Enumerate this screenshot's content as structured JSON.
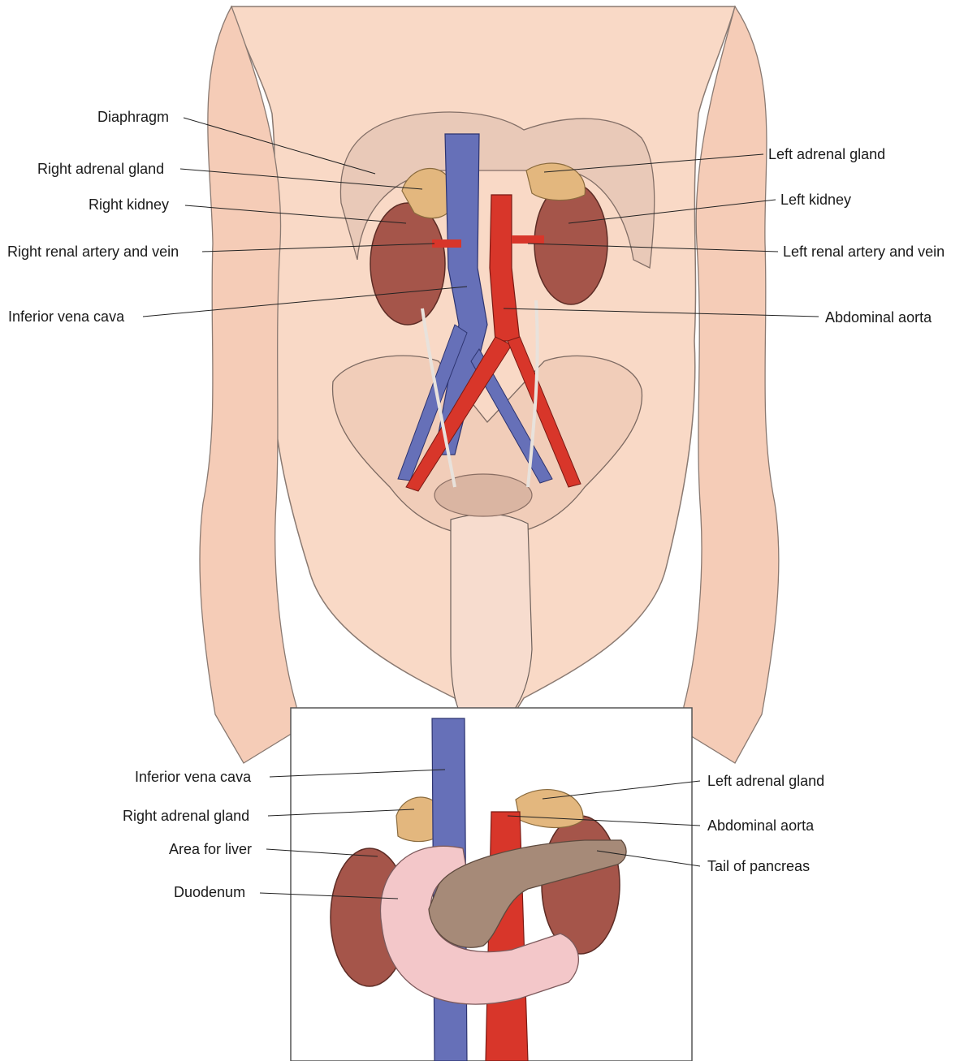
{
  "main_labels": {
    "diaphragm": "Diaphragm",
    "right_adrenal_gland": "Right adrenal gland",
    "right_kidney": "Right kidney",
    "right_renal_vessels": "Right renal artery and vein",
    "inferior_vena_cava": "Inferior vena  cava",
    "left_adrenal_gland": "Left adrenal gland",
    "left_kidney": "Left kidney",
    "left_renal_vessels": "Left renal artery and vein",
    "abdominal_aorta": "Abdominal aorta"
  },
  "inset_labels": {
    "inferior_vena_cava": "Inferior vena  cava",
    "right_adrenal_gland": "Right adrenal gland",
    "area_for_liver": "Area for liver",
    "duodenum": "Duodenum",
    "left_adrenal_gland": "Left adrenal gland",
    "abdominal_aorta": "Abdominal aorta",
    "tail_of_pancreas": "Tail of pancreas"
  },
  "colors": {
    "skin": "#f9d9c6",
    "skin_shadow": "#eab49c",
    "kidney": "#a5554a",
    "adrenal": "#e3b77e",
    "vein": "#6670b8",
    "artery": "#d8362a",
    "bladder": "#dab5a2",
    "pancreas": "#a68a78",
    "duodenum": "#f3c7c9",
    "line": "#222222"
  }
}
